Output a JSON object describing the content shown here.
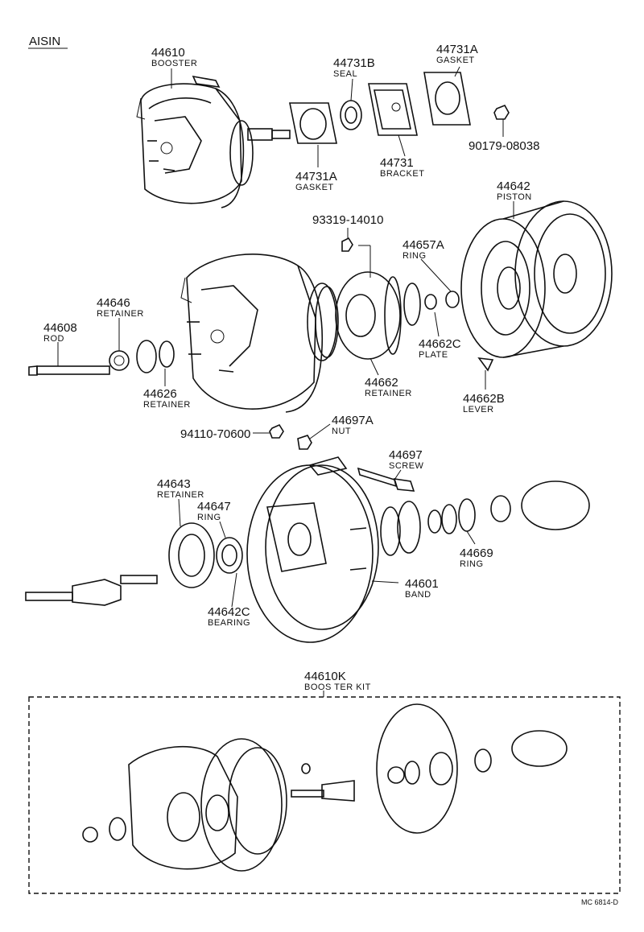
{
  "brand": "AISIN",
  "diagram_code": "MC 6814-D",
  "parts": [
    {
      "number": "44610",
      "name": "BOOSTER"
    },
    {
      "number": "44731B",
      "name": "SEAL"
    },
    {
      "number": "44731A",
      "name": "GASKET"
    },
    {
      "number": "44731A",
      "name": "GASKET"
    },
    {
      "number": "44731",
      "name": "BRACKET"
    },
    {
      "number": "90179-08038",
      "name": ""
    },
    {
      "number": "93319-14010",
      "name": ""
    },
    {
      "number": "44642",
      "name": "PISTON"
    },
    {
      "number": "44657A",
      "name": "RING"
    },
    {
      "number": "44646",
      "name": "RETAINER"
    },
    {
      "number": "44608",
      "name": "ROD"
    },
    {
      "number": "44626",
      "name": "RETAINER"
    },
    {
      "number": "44662C",
      "name": "PLATE"
    },
    {
      "number": "44662",
      "name": "RETAINER"
    },
    {
      "number": "44662B",
      "name": "LEVER"
    },
    {
      "number": "94110-70600",
      "name": ""
    },
    {
      "number": "44697A",
      "name": "NUT"
    },
    {
      "number": "44697",
      "name": "SCREW"
    },
    {
      "number": "44643",
      "name": "RETAINER"
    },
    {
      "number": "44647",
      "name": "RING"
    },
    {
      "number": "44669",
      "name": "RING"
    },
    {
      "number": "44601",
      "name": "BAND"
    },
    {
      "number": "44642C",
      "name": "BEARING"
    }
  ],
  "kit": {
    "number": "44610K",
    "name": "BOOS TER KIT"
  }
}
